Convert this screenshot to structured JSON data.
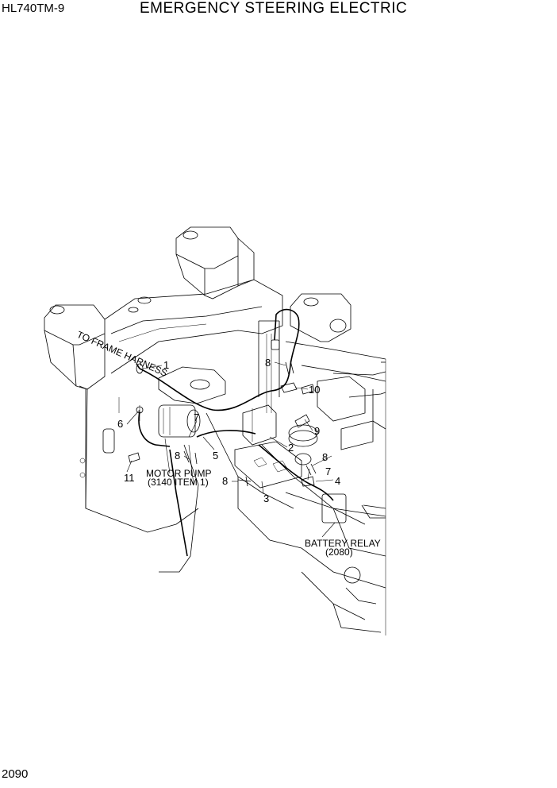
{
  "header": {
    "model": "HL740TM-9",
    "title": "EMERGENCY STEERING ELECTRIC"
  },
  "footer": {
    "page_number": "2090"
  },
  "diagram": {
    "notes": {
      "to_frame_harness": "TO FRAME HARNESS",
      "motor_pump_line1": "MOTOR PUMP",
      "motor_pump_line2": "(3140 ITEM 1)",
      "battery_relay_line1": "BATTERY RELAY",
      "battery_relay_line2": "(2080)"
    },
    "callouts": {
      "c1": "1",
      "c2": "2",
      "c3": "3",
      "c4": "4",
      "c5": "5",
      "c6": "6",
      "c7a": "7",
      "c7b": "7",
      "c8a": "8",
      "c8b": "8",
      "c8c": "8",
      "c8d": "8",
      "c9": "9",
      "c10": "10",
      "c11": "11"
    }
  }
}
